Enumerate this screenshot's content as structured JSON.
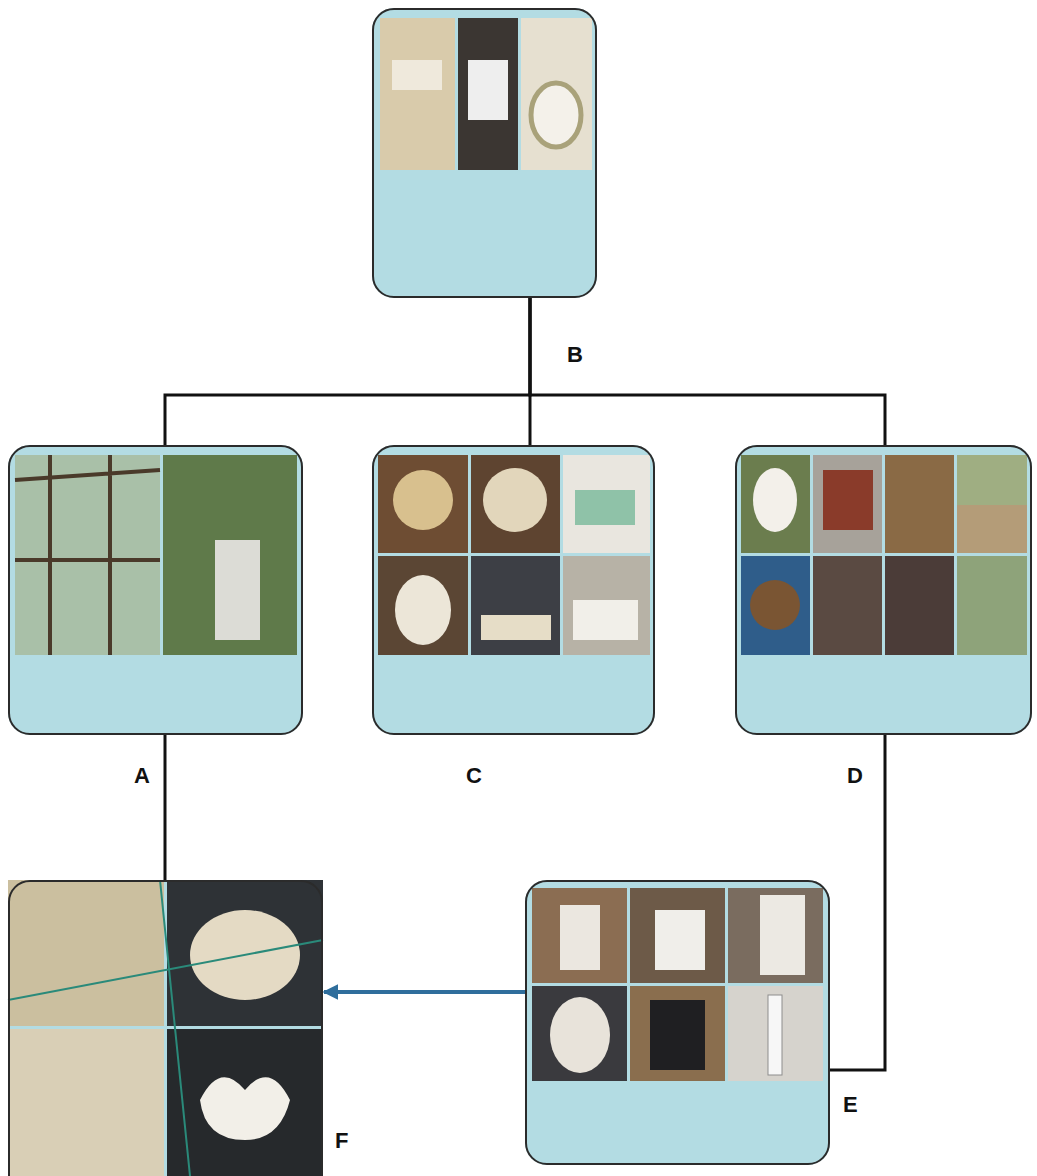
{
  "diagram": {
    "nodes": [
      {
        "text": [
          "B"
        ]
      },
      {
        "text": [
          "A"
        ]
      },
      {
        "text": [
          "C"
        ]
      },
      {
        "text": [
          "D"
        ]
      },
      {
        "text": [
          "F"
        ]
      },
      {
        "text": [
          "E"
        ]
      }
    ],
    "edges": [
      {
        "from": 0,
        "to": 1,
        "arrow": "none"
      },
      {
        "from": 0,
        "to": 2,
        "arrow": "none"
      },
      {
        "from": 0,
        "to": 3,
        "arrow": "none"
      },
      {
        "from": 1,
        "to": 4,
        "arrow": "none"
      },
      {
        "from": 3,
        "to": 5,
        "arrow": "none"
      },
      {
        "from": 5,
        "to": 4,
        "arrow": "to"
      }
    ]
  }
}
